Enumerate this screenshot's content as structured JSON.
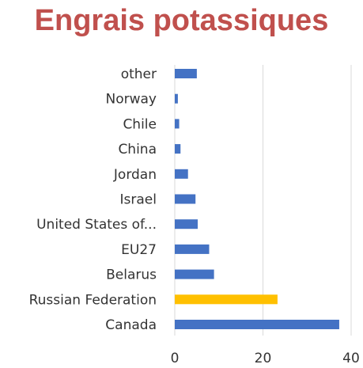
{
  "chart_data": {
    "type": "bar",
    "orientation": "horizontal",
    "title": "Engrais potassiques",
    "title_color": "#c0504d",
    "xlabel": "",
    "ylabel": "",
    "xlim": [
      0,
      40
    ],
    "xticks": [
      0,
      20,
      40
    ],
    "grid": true,
    "legend": "none",
    "categories": [
      "other",
      "Norway",
      "Chile",
      "China",
      "Jordan",
      "Israel",
      "United States of...",
      "EU27",
      "Belarus",
      "Russian Federation",
      "Canada"
    ],
    "values": [
      5.0,
      0.7,
      1.0,
      1.3,
      3.0,
      4.7,
      5.2,
      7.8,
      8.9,
      23.3,
      37.3
    ],
    "colors": [
      "#4472c4",
      "#4472c4",
      "#4472c4",
      "#4472c4",
      "#4472c4",
      "#4472c4",
      "#4472c4",
      "#4472c4",
      "#4472c4",
      "#ffc000",
      "#4472c4"
    ],
    "grid_color": "#d9d9d9"
  }
}
